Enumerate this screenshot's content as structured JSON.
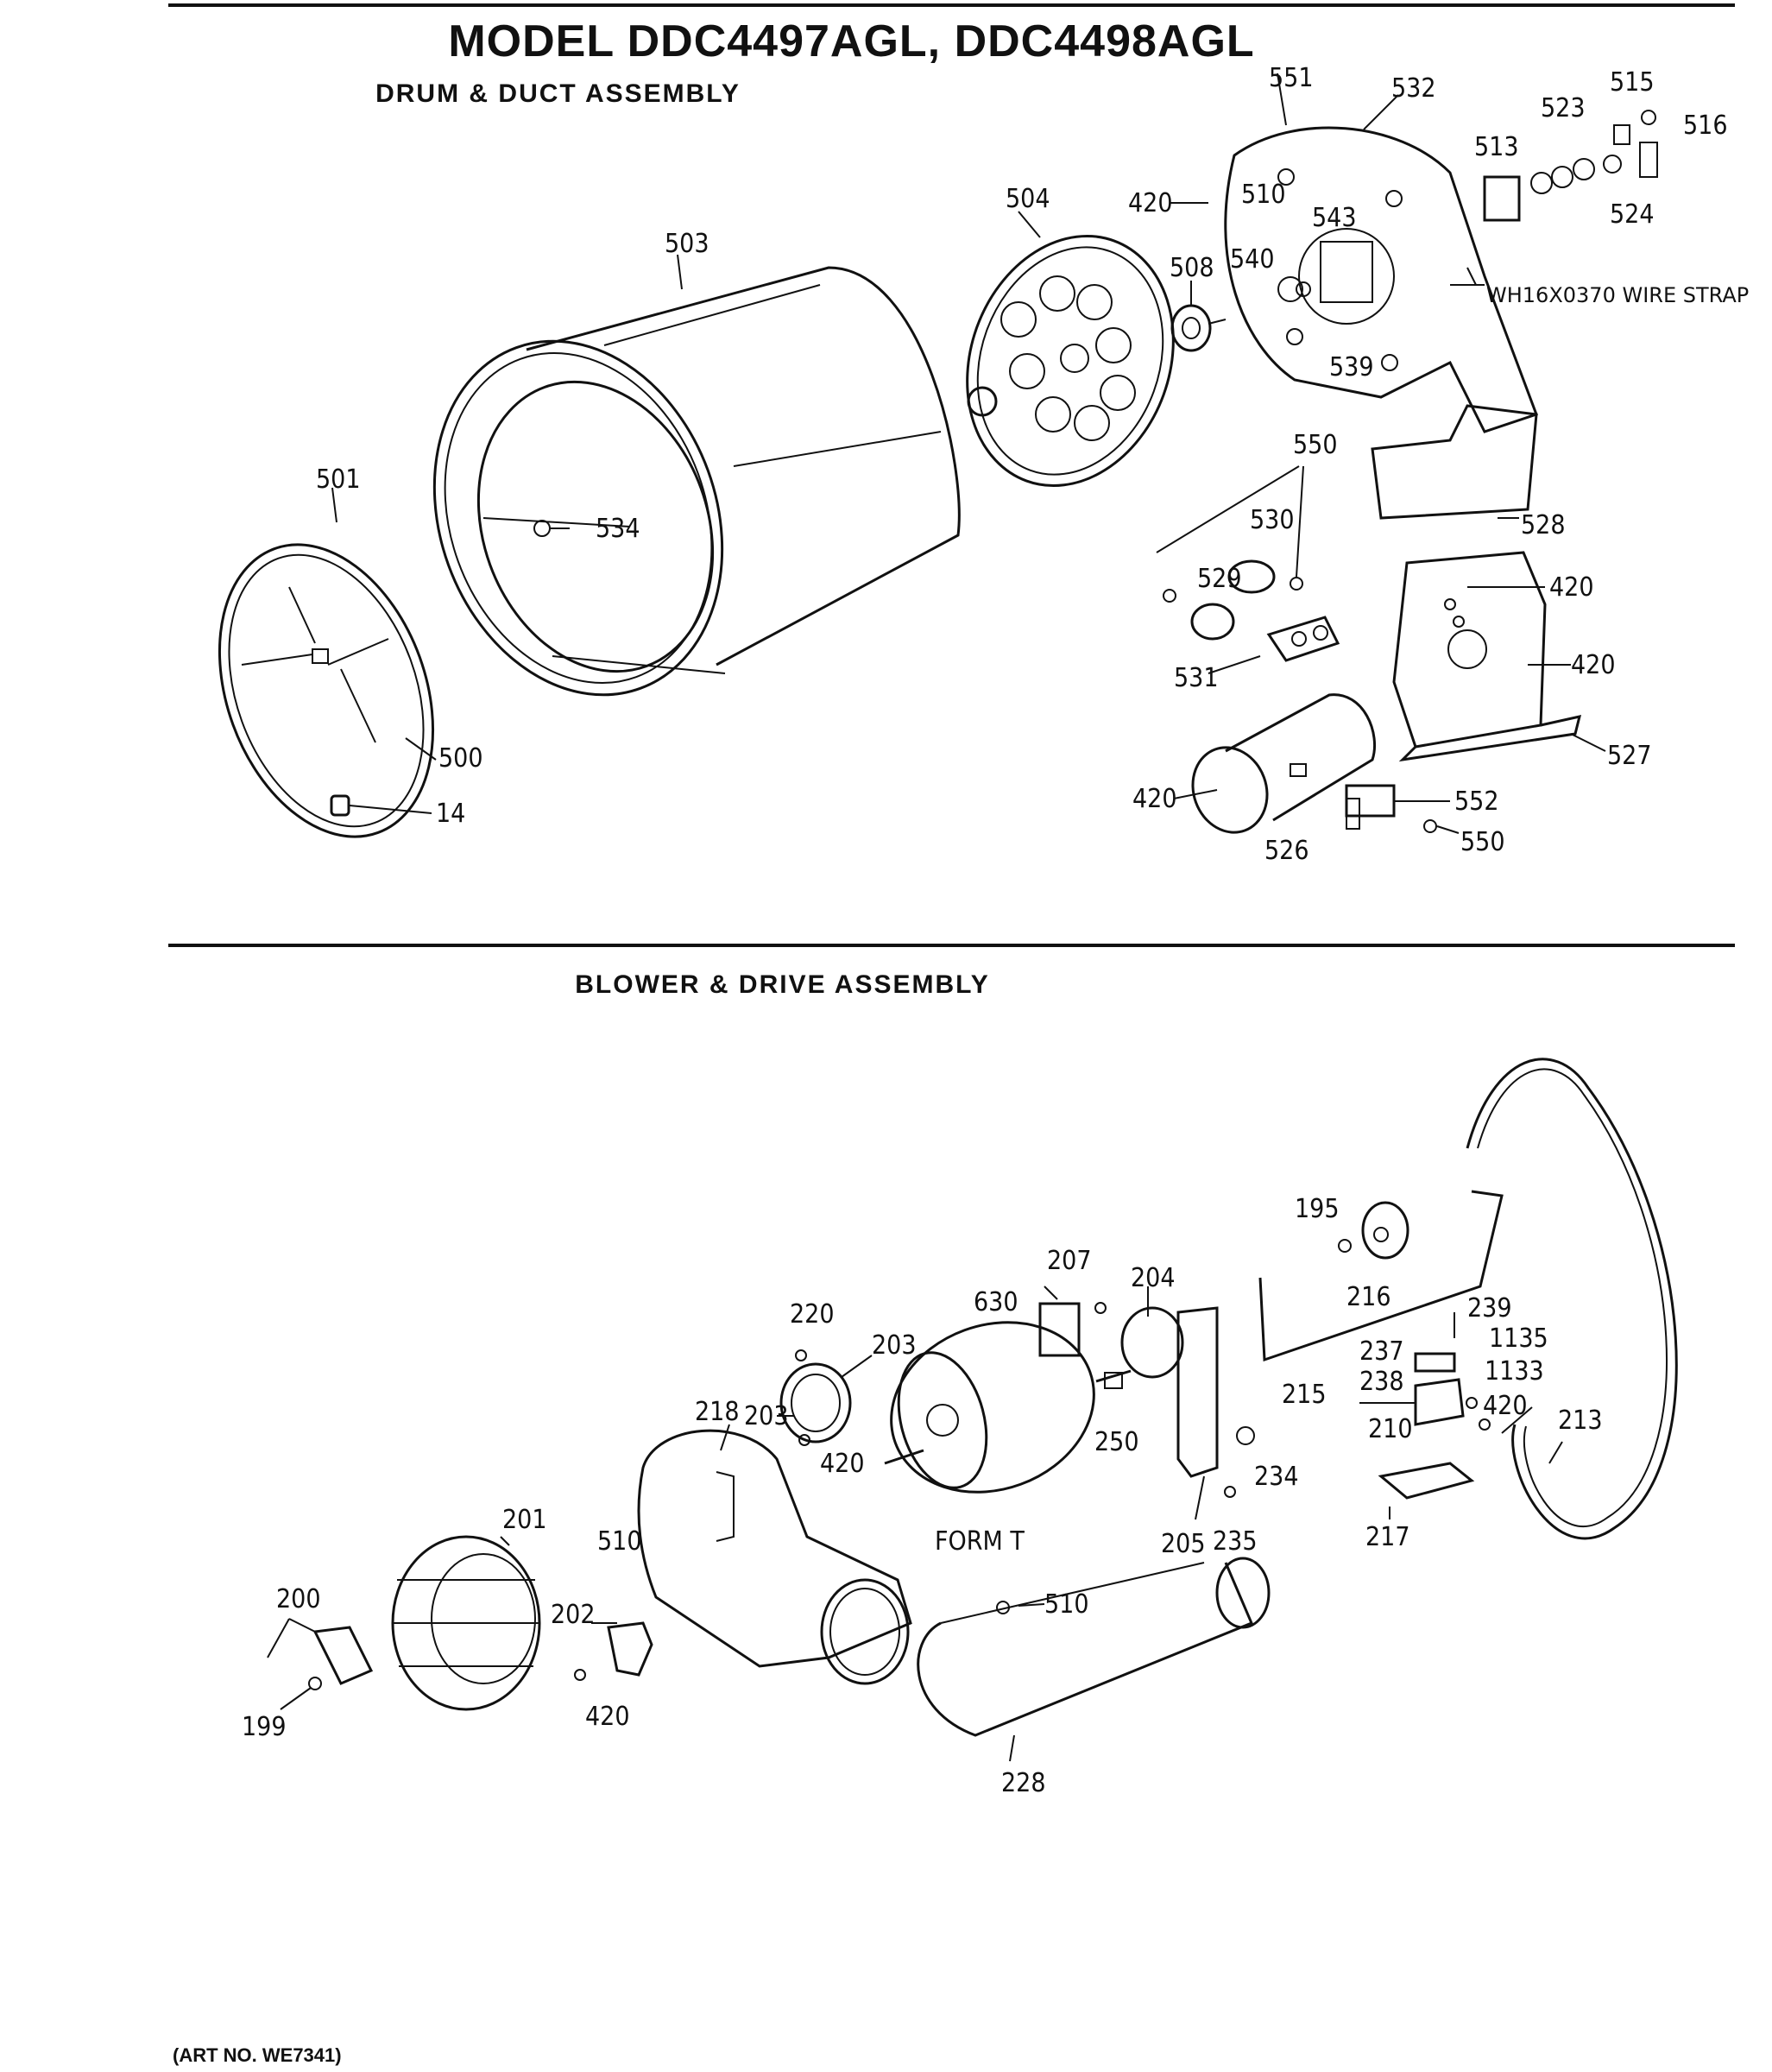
{
  "model_title": "MODEL DDC4497AGL, DDC4498AGL",
  "sections": {
    "drum": "DRUM & DUCT ASSEMBLY",
    "blower": "BLOWER & DRIVE ASSEMBLY"
  },
  "art_no": "(ART NO. WE7341)",
  "callouts": {
    "p14": "14",
    "p500": "500",
    "p501": "501",
    "p503": "503",
    "p504": "504",
    "p508": "508",
    "p510": "510",
    "p513": "513",
    "p515": "515",
    "p516": "516",
    "p420a": "420",
    "p420b": "420",
    "p420c": "420",
    "p420d": "420",
    "p523": "523",
    "p524": "524",
    "p526": "526",
    "p527": "527",
    "p528": "528",
    "p529": "529",
    "p530": "530",
    "p531": "531",
    "p532": "532",
    "p534": "534",
    "p539": "539",
    "p540": "540",
    "p543": "543",
    "p550a": "550",
    "p550b": "550",
    "p551": "551",
    "p552": "552",
    "wire_strap": "WH16X0370 WIRE STRAP",
    "p195": "195",
    "p199": "199",
    "p200": "200",
    "p201": "201",
    "p202": "202",
    "p203a": "203",
    "p203b": "203",
    "p204": "204",
    "p205": "205",
    "p207": "207",
    "p210": "210",
    "p213": "213",
    "p215": "215",
    "p216": "216",
    "p217": "217",
    "p218": "218",
    "p220": "220",
    "p228": "228",
    "p234": "234",
    "p235": "235",
    "p237": "237",
    "p238": "238",
    "p239": "239",
    "p250": "250",
    "p630": "630",
    "p1133": "1133",
    "p1135": "1135",
    "p420e": "420",
    "p420f": "420",
    "p420g": "420",
    "p510b": "510",
    "p510c": "510",
    "form_t": "FORM T"
  }
}
